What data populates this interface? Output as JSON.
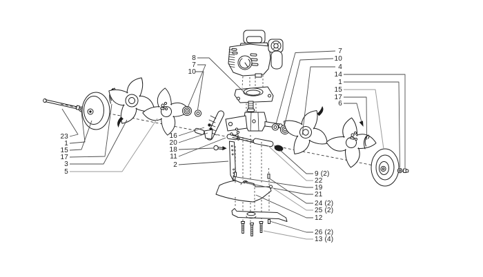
{
  "figure": {
    "background_color": "#ffffff",
    "stroke_color": "#1d1d1d",
    "leader_color": "#4a4a4a",
    "leader_color_alt": "#9a9a9a",
    "label_color": "#1d1d1d"
  },
  "callouts": {
    "top": [
      "8",
      "7",
      "10"
    ],
    "left": [
      "23",
      "1",
      "15",
      "17",
      "3",
      "5"
    ],
    "center": [
      "16",
      "20",
      "18",
      "11",
      "2"
    ],
    "right": [
      "7",
      "10",
      "4",
      "14",
      "1",
      "15",
      "17",
      "6"
    ],
    "bottom_right": [
      "9 (2)",
      "22",
      "19",
      "21",
      "24 (2)",
      "25 (2)",
      "12",
      "26 (2)",
      "13 (4)"
    ]
  }
}
